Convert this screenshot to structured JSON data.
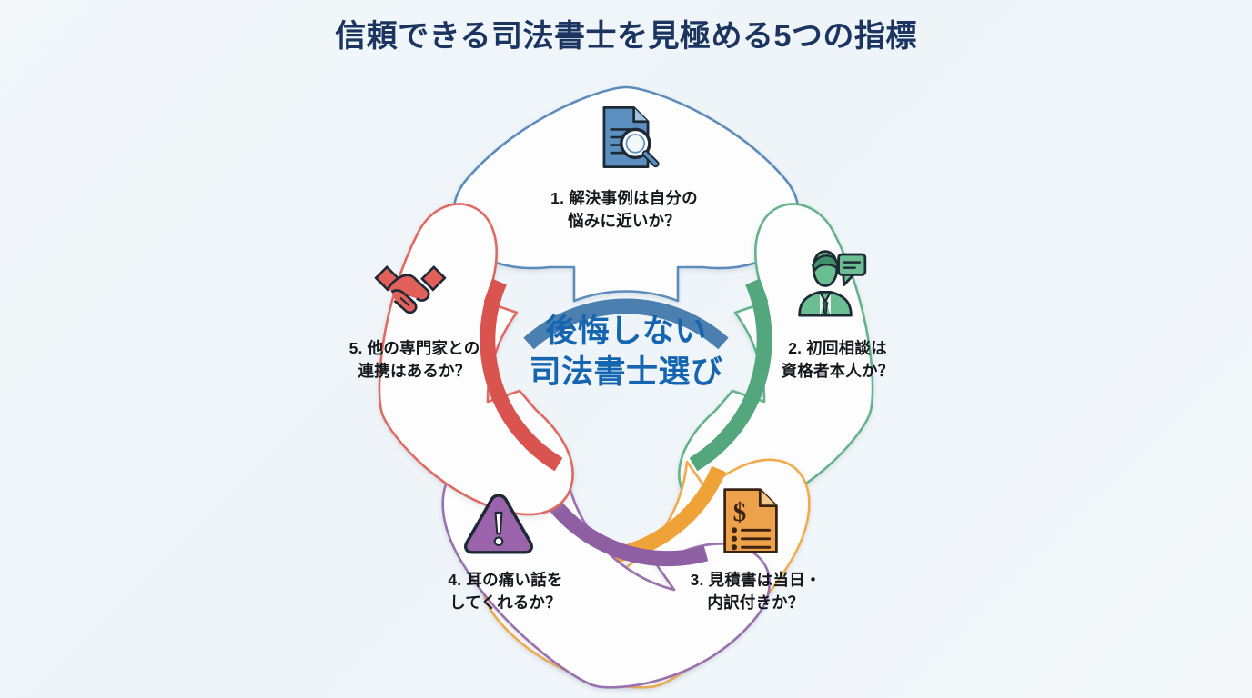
{
  "page": {
    "title": "信頼できる司法書士を見極める5つの指標",
    "background_color": "#f1f6fa",
    "title_color": "#1b3560"
  },
  "center": {
    "line1": "後悔しない",
    "line2": "司法書士選び",
    "color": "#1565b0"
  },
  "diagram": {
    "type": "petal-wheel",
    "segment_count": 5,
    "items": [
      {
        "number": "1.",
        "line1": "1. 解決事例は自分の",
        "line2": "悩みに近いか？",
        "icon": "document-magnifier-icon",
        "color": "#4a7fb0",
        "outline_color": "#5b8cbc"
      },
      {
        "number": "2.",
        "line1": "2. 初回相談は",
        "line2": "資格者本人か？",
        "icon": "consultant-speech-bubble-icon",
        "color": "#54a67d",
        "outline_color": "#63b38b"
      },
      {
        "number": "3.",
        "line1": "3. 見積書は当日・",
        "line2": "内訳付きか？",
        "icon": "invoice-dollar-icon",
        "color": "#efa238",
        "outline_color": "#f0ab4c"
      },
      {
        "number": "4.",
        "line1": "4. 耳の痛い話を",
        "line2": "してくれるか？",
        "icon": "warning-triangle-icon",
        "color": "#8e5fa3",
        "outline_color": "#9a6fae"
      },
      {
        "number": "5.",
        "line1": "5. 他の専門家との",
        "line2": "連携はあるか？",
        "icon": "handshake-icon",
        "color": "#d9544f",
        "outline_color": "#df6a62"
      }
    ]
  }
}
